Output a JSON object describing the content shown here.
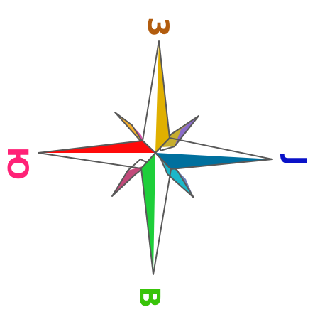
{
  "compass": {
    "labels": {
      "north": "3",
      "east": "J",
      "south": "B",
      "west": "Ю"
    },
    "colors": {
      "outline": "#595959",
      "north_fill": "#e0b000",
      "east_fill": "#00709e",
      "south_fill": "#1ecf3a",
      "west_fill": "#ff0a0a",
      "north_label": "#b25c0e",
      "east_label": "#0a12c8",
      "south_label": "#39c40a",
      "west_label": "#ff2277",
      "ne_fill": "#c6ae2e",
      "ne_fill_2": "#8a6cc9",
      "se_fill": "#1bb7c9",
      "se_fill_2": "#6f7fb8",
      "sw_fill": "#c24a7a",
      "sw_fill_2": "#6cc46a",
      "nw_fill": "#f4ae2a",
      "nw_fill_2": "#d64fa8"
    }
  }
}
